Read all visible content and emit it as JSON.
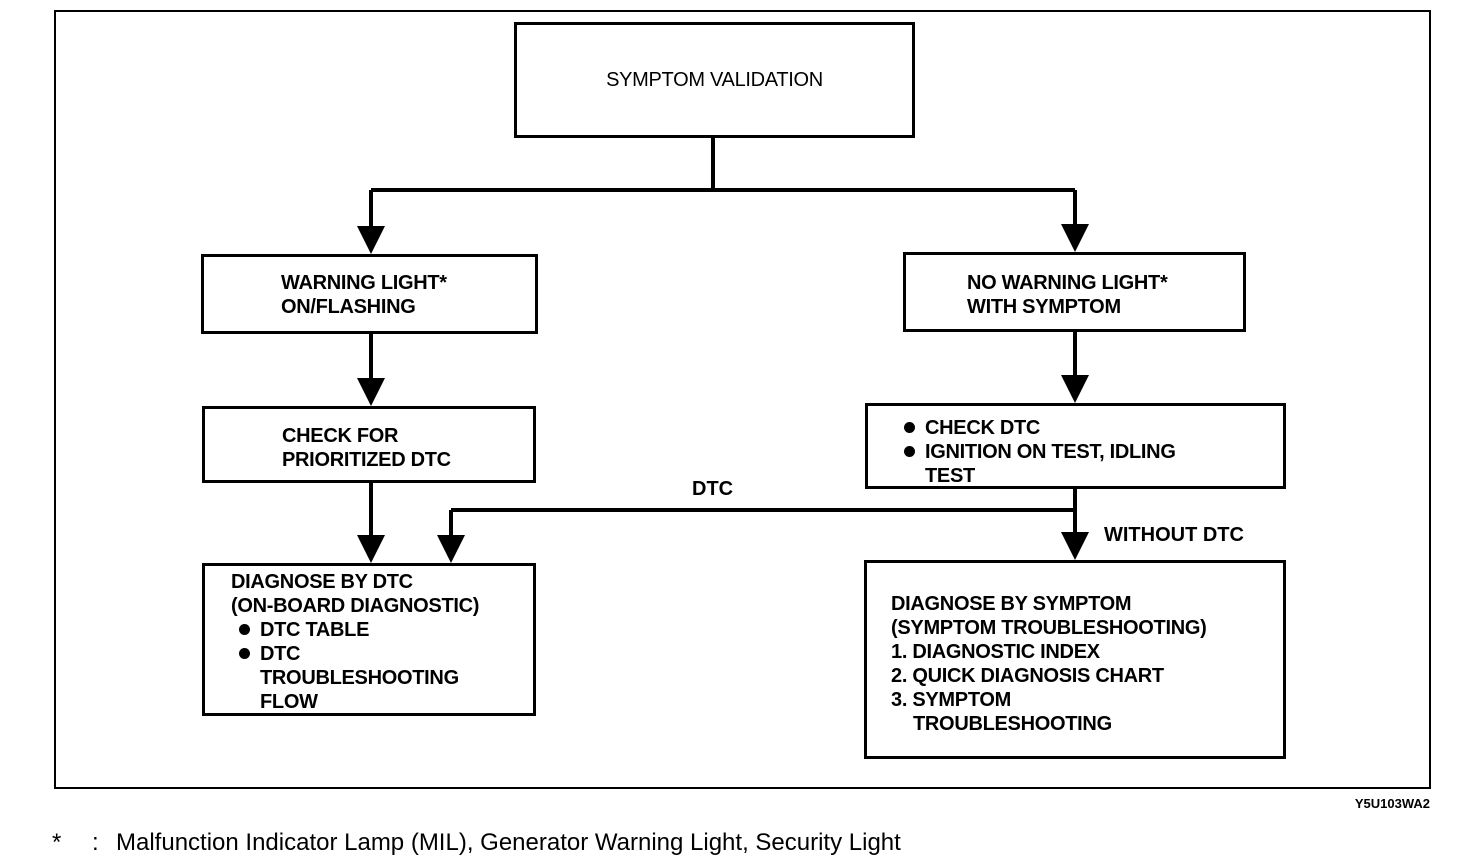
{
  "boxes": {
    "title": "SYMPTOM VALIDATION",
    "warning": [
      "WARNING LIGHT*",
      "ON/FLASHING"
    ],
    "no_warning": [
      "NO WARNING LIGHT*",
      "WITH SYMPTOM"
    ],
    "check_prioritized": [
      "CHECK FOR",
      "PRIORITIZED DTC"
    ],
    "check_dtc": {
      "item1": "CHECK DTC",
      "item2_line1": "IGNITION ON TEST, IDLING",
      "item2_line2": "TEST"
    },
    "diagnose_dtc": {
      "line1": "DIAGNOSE BY DTC",
      "line2": "(ON-BOARD DIAGNOSTIC)",
      "bullet1": "DTC TABLE",
      "bullet2_line1": "DTC",
      "bullet2_line2": "TROUBLESHOOTING",
      "bullet2_line3": "FLOW"
    },
    "diagnose_symptom": {
      "line1": "DIAGNOSE BY SYMPTOM",
      "line2": "(SYMPTOM TROUBLESHOOTING)",
      "item1": "1. DIAGNOSTIC INDEX",
      "item2": "2. QUICK DIAGNOSIS CHART",
      "item3_line1": "3. SYMPTOM",
      "item3_line2": "TROUBLESHOOTING"
    }
  },
  "edge_labels": {
    "dtc": "DTC",
    "without_dtc": "WITHOUT DTC"
  },
  "figure_code": "Y5U103WA2",
  "footnote": {
    "symbol": "*",
    "separator": ":",
    "text": "Malfunction Indicator Lamp (MIL), Generator Warning Light, Security Light"
  }
}
